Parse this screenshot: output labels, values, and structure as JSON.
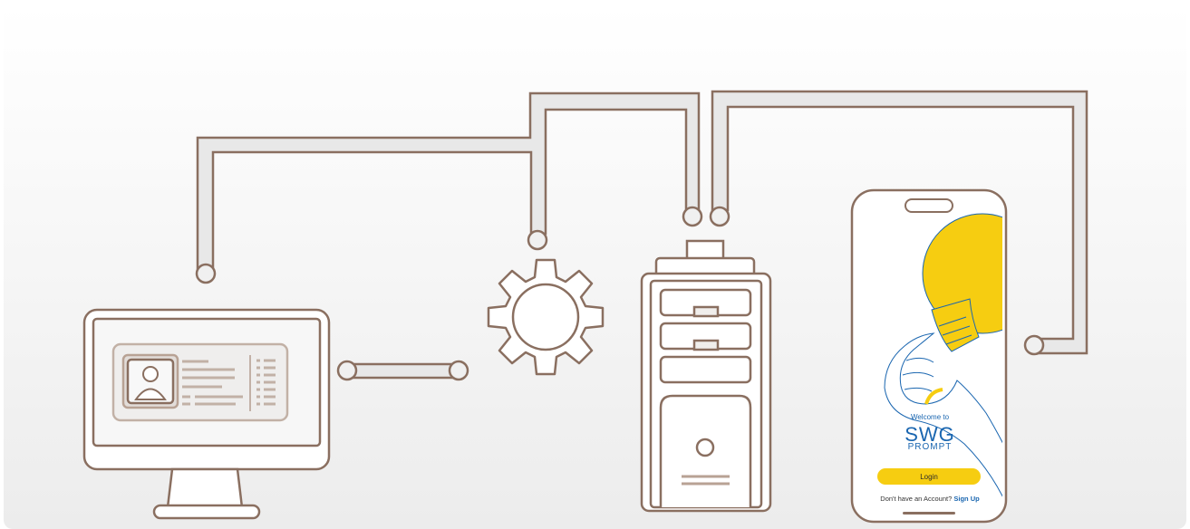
{
  "diagram": {
    "nodes": [
      "desktop-monitor",
      "settings-gear",
      "server-tower",
      "smartphone"
    ]
  },
  "phone": {
    "welcome": "Welcome to",
    "brand": "SWG",
    "brand_sub": "PROMPT",
    "login_label": "Login",
    "signup_prompt": "Don't have an Account?",
    "signup_link": "Sign Up"
  },
  "colors": {
    "outline": "#8a6f60",
    "pipe_fill": "#e8e8e8",
    "accent_yellow": "#f6cd11",
    "brand_blue": "#1a66b0"
  }
}
